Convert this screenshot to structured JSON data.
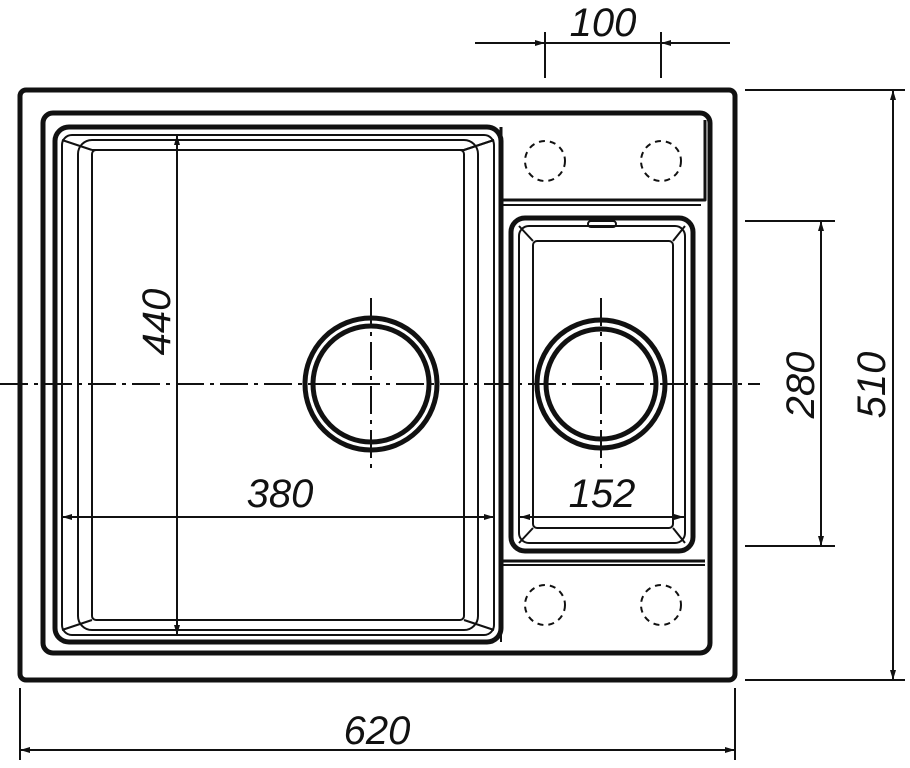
{
  "dimensions": {
    "overall_width": "620",
    "overall_height": "510",
    "main_bowl_width": "380",
    "main_bowl_height": "440",
    "small_bowl_width": "152",
    "small_bowl_height": "280",
    "tap_hole_spacing": "100"
  }
}
